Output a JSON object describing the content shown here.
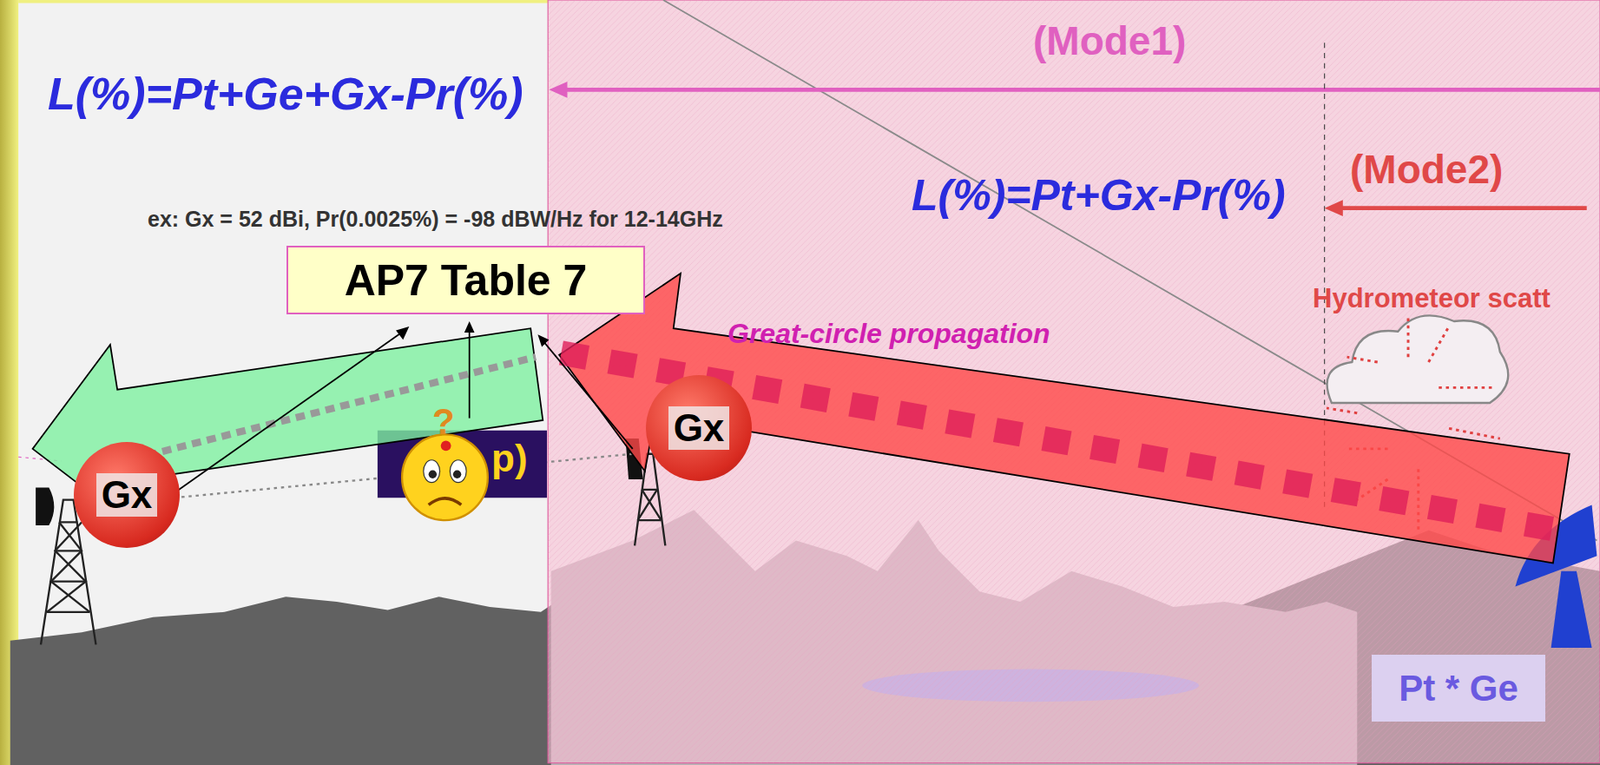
{
  "diagram": {
    "nodes": [
      {
        "text": [
          "AP7 Table 7"
        ]
      },
      {
        "text": [
          "Gx"
        ]
      },
      {
        "text": [
          "Gx"
        ]
      },
      {
        "text": [
          "Pt * Ge"
        ]
      }
    ],
    "labels": [
      "(Mode1)",
      "L(%)=Pt+Ge+Gx-Pr(%)",
      "(Mode2)",
      "L(%)=Pt+Gx-Pr(%)",
      "ex:  Gx = 52 dBi, Pr(0.0025%) = -98 dBW/Hz for 12-14GHz",
      "Great-circle propagation",
      "Hydrometeor scatt",
      "p)",
      "?"
    ]
  }
}
